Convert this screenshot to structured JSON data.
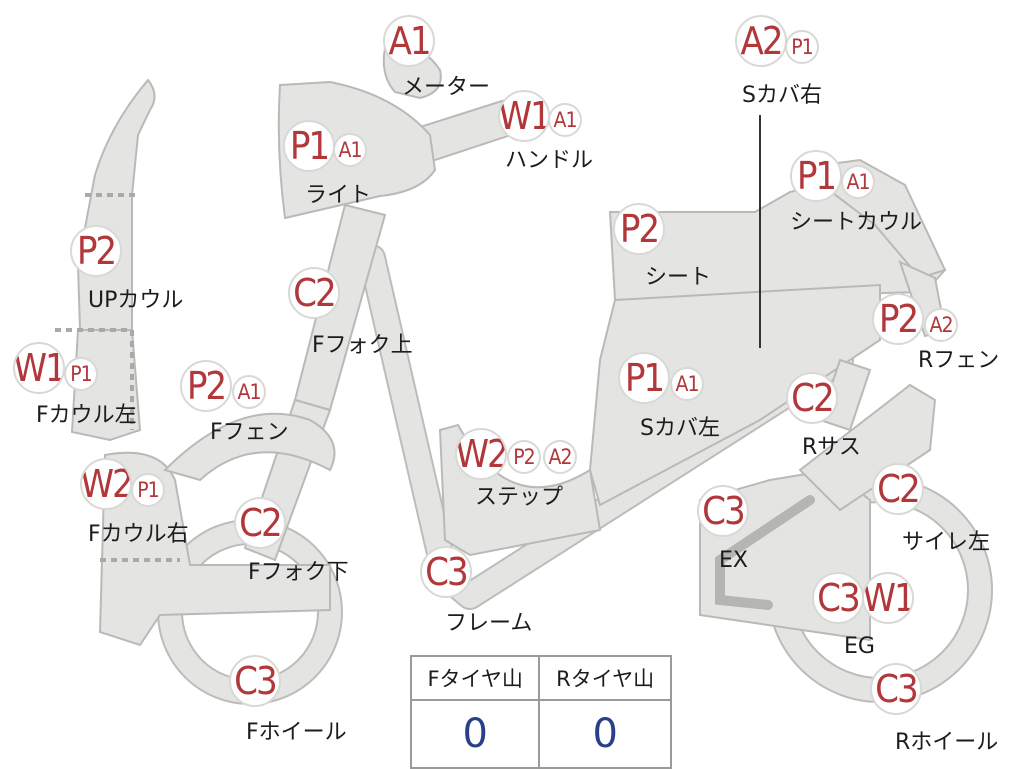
{
  "parts": [
    {
      "id": "meter",
      "badges": [
        "A1"
      ],
      "label": "メーター"
    },
    {
      "id": "handle",
      "badges": [
        "W1",
        "A1"
      ],
      "label": "ハンドル"
    },
    {
      "id": "light",
      "badges": [
        "P1",
        "A1"
      ],
      "label": "ライト"
    },
    {
      "id": "s-cover-right",
      "badges": [
        "A2",
        "P1"
      ],
      "label": "Sカバ右"
    },
    {
      "id": "seat-cowl",
      "badges": [
        "P1",
        "A1"
      ],
      "label": "シートカウル"
    },
    {
      "id": "seat",
      "badges": [
        "P2"
      ],
      "label": "シート"
    },
    {
      "id": "up-cowl",
      "badges": [
        "P2"
      ],
      "label": "UPカウル"
    },
    {
      "id": "f-fork-upper",
      "badges": [
        "C2"
      ],
      "label": "Fフォク上"
    },
    {
      "id": "r-fender",
      "badges": [
        "P2",
        "A2"
      ],
      "label": "Rフェン"
    },
    {
      "id": "f-cowl-left",
      "badges": [
        "W1",
        "P1"
      ],
      "label": "Fカウル左"
    },
    {
      "id": "f-fender",
      "badges": [
        "P2",
        "A1"
      ],
      "label": "Fフェン"
    },
    {
      "id": "s-cover-left",
      "badges": [
        "P1",
        "A1"
      ],
      "label": "Sカバ左"
    },
    {
      "id": "r-suspension",
      "badges": [
        "C2"
      ],
      "label": "Rサス"
    },
    {
      "id": "step",
      "badges": [
        "W2",
        "P2",
        "A2"
      ],
      "label": "ステップ"
    },
    {
      "id": "f-cowl-right",
      "badges": [
        "W2",
        "P1"
      ],
      "label": "Fカウル右"
    },
    {
      "id": "exhaust",
      "badges": [
        "C3"
      ],
      "label": "EX"
    },
    {
      "id": "silencer-left",
      "badges": [
        "C2"
      ],
      "label": "サイレ左"
    },
    {
      "id": "f-fork-lower",
      "badges": [
        "C2"
      ],
      "label": "Fフォク下"
    },
    {
      "id": "frame",
      "badges": [
        "C3"
      ],
      "label": "フレーム"
    },
    {
      "id": "engine",
      "badges": [
        "C3",
        "W1"
      ],
      "label": "EG"
    },
    {
      "id": "f-wheel",
      "badges": [
        "C3"
      ],
      "label": "Fホイール"
    },
    {
      "id": "r-wheel",
      "badges": [
        "C3"
      ],
      "label": "Rホイール"
    }
  ],
  "tire_table": {
    "headers": [
      "Fタイヤ山",
      "Rタイヤ山"
    ],
    "values": [
      "0",
      "0"
    ]
  },
  "colors": {
    "badge_text": "#b2373b",
    "part_fill": "#e4e4e2",
    "part_outline": "#b9b9b6",
    "tire_value": "#2a3f8a"
  }
}
